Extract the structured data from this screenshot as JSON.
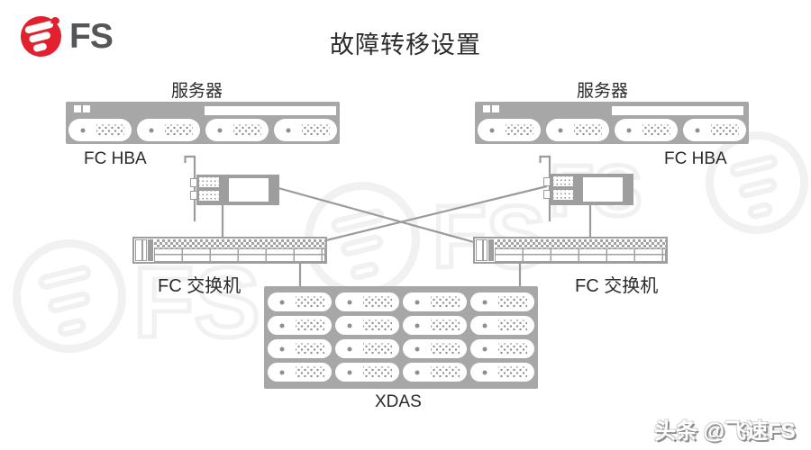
{
  "logo": {
    "brand": "FS"
  },
  "title": "故障转移设置",
  "nodes": {
    "server_left_label": "服务器",
    "server_right_label": "服务器",
    "hba_left_label": "FC HBA",
    "hba_right_label": "FC HBA",
    "switch_left_label": "FC 交换机",
    "switch_right_label": "FC 交换机",
    "storage_label": "XDAS"
  },
  "watermark": {
    "brand": "FS",
    "credit": "头条 @飞速FS"
  },
  "colors": {
    "brand_red": "#e2202e",
    "logo_text_gray": "#54565a",
    "device_gray": "#a7a7a7",
    "card_gray": "#9e9e9e",
    "line_gray": "#9b9b9b",
    "label_dark": "#2b2b2b",
    "watermark_gray": "#f1f1f1"
  }
}
